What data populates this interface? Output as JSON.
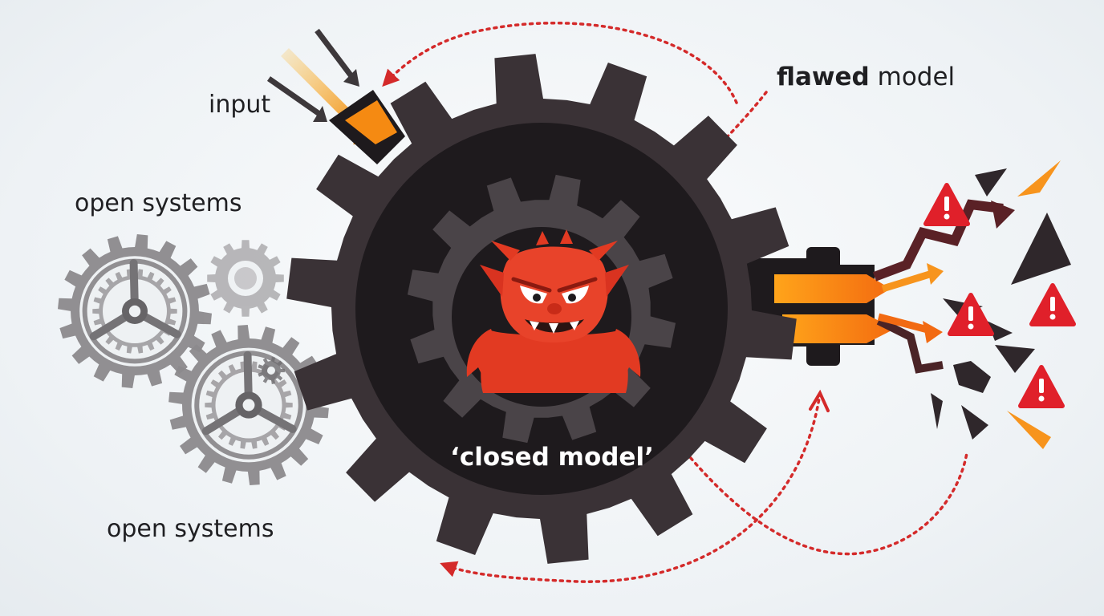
{
  "labels": {
    "input": "input",
    "open_systems_top": "open systems",
    "open_systems_bottom": "open systems",
    "flawed_bold": "flawed",
    "flawed_rest": " model",
    "closed_model": "‘closed model’"
  },
  "icons": {
    "central": "gear-icon",
    "character": "devil-icon",
    "warning": "warning-triangle-icon",
    "flow": "arrow-icon"
  },
  "colors": {
    "gear_dark": "#3a3236",
    "gear_core": "#1e1a1d",
    "gear_inner": "#4a4448",
    "gear_grey": "#8c8a8d",
    "devil_red": "#e23a22",
    "accent_orange": "#f7941d",
    "warning_red": "#e0202a",
    "dotted_red": "#d42a2a",
    "text": "#1f1f22"
  }
}
